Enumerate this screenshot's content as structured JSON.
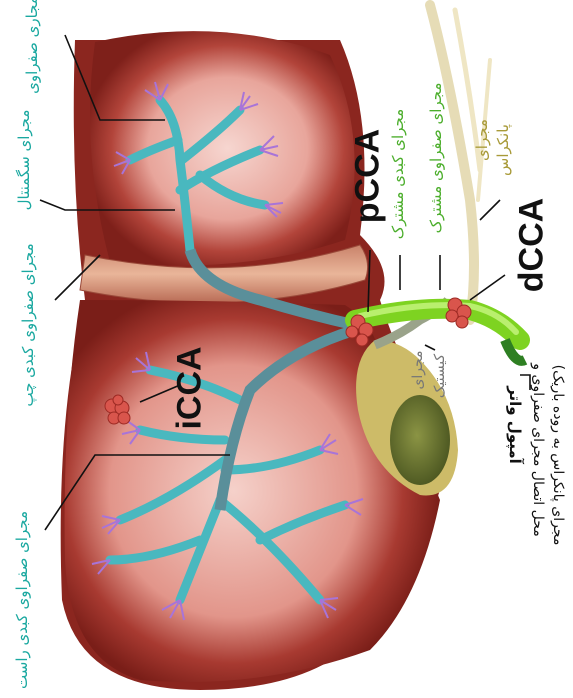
{
  "labels": {
    "intrahepatic_ducts": "مجاری صفراوی",
    "segmental_duct": "مجرای سگمنتال",
    "left_hepatic_duct": "مجرای صفراوی کبدی چپ",
    "right_hepatic_duct": "مجرای صفراوی کبدی راست",
    "common_hepatic_duct": "مجرای کبدی مشترک",
    "common_bile_duct": "مجرای صفراوی مشترک",
    "pancreatic_duct_line1": "مجرای",
    "pancreatic_duct_line2": "پانکراس",
    "cystic_duct_line1": "مجرای",
    "cystic_duct_line2": "کیستیک",
    "ampulla_title": "آمپول واتر",
    "ampulla_desc1": "محل اتصال مجرای صفراوی و",
    "ampulla_desc2": "(مجرای پانکراس به روده باریک",
    "pcca": "pCCA",
    "dcca": "dCCA",
    "icca": "iCCA"
  },
  "colors": {
    "liver": "#8e2a22",
    "liver_inner": "#e6a79c",
    "duct_teal": "#49b8bf",
    "duct_purple": "#a874d8",
    "duct_green": "#7ed321",
    "tumor": "#d9554c",
    "gallbladder": "#5e6a2a",
    "pancreatic_duct": "#e6dcb6"
  }
}
